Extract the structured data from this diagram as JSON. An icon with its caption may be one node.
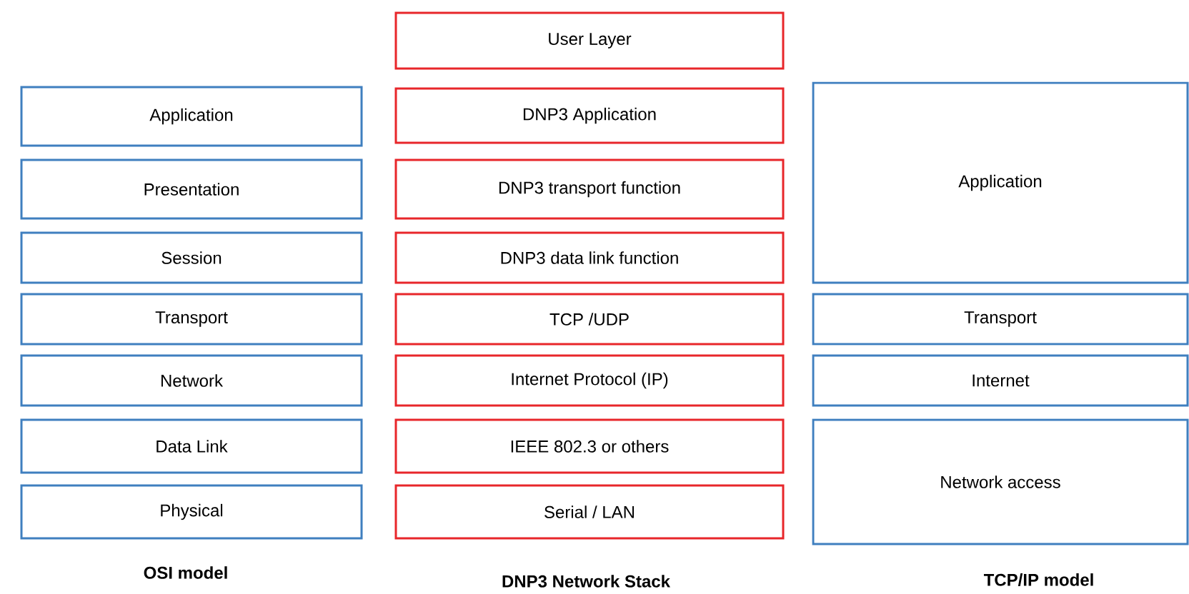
{
  "diagram": {
    "nodes": [
      {
        "text": [
          "Application"
        ]
      },
      {
        "text": [
          "Presentation"
        ]
      },
      {
        "text": [
          "Session"
        ]
      },
      {
        "text": [
          "Transport"
        ]
      },
      {
        "text": [
          "Network"
        ]
      },
      {
        "text": [
          "Data Link"
        ]
      },
      {
        "text": [
          "Physical"
        ]
      },
      {
        "text": [
          "User Layer"
        ]
      },
      {
        "text": [
          "DNP3 Application"
        ]
      },
      {
        "text": [
          "DNP3 transport function"
        ]
      },
      {
        "text": [
          "DNP3 data link function"
        ]
      },
      {
        "text": [
          "TCP /UDP"
        ]
      },
      {
        "text": [
          "Internet Protocol (IP)"
        ]
      },
      {
        "text": [
          "IEEE 802.3 or others"
        ]
      },
      {
        "text": [
          "Serial / LAN"
        ]
      },
      {
        "text": [
          "Application"
        ]
      },
      {
        "text": [
          "Transport"
        ]
      },
      {
        "text": [
          "Internet"
        ]
      },
      {
        "text": [
          "Network access"
        ]
      }
    ],
    "labels": [
      "OSI model",
      "DNP3 Network Stack",
      "TCP/IP model"
    ]
  }
}
